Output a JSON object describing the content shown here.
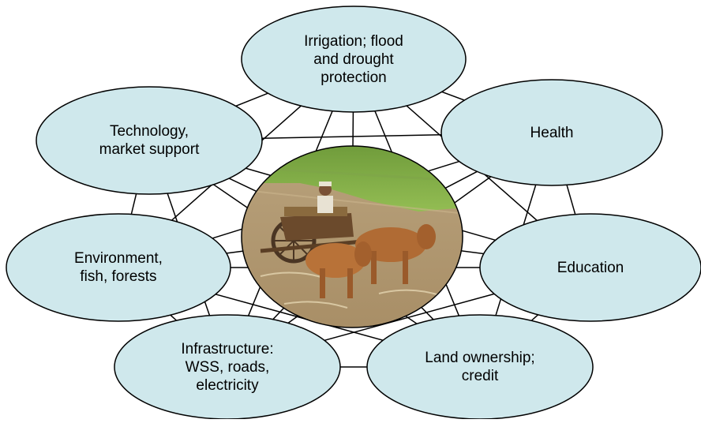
{
  "colors": {
    "node_fill": "#cfe8ec",
    "node_stroke": "#000000",
    "line": "#000000"
  },
  "center_image": "farmer-with-oxcart-in-rice-field",
  "nodes": {
    "irrigation": {
      "label": "Irrigation; flood\nand drought\nprotection"
    },
    "health": {
      "label": "Health"
    },
    "technology": {
      "label": "Technology,\nmarket support"
    },
    "environment": {
      "label": "Environment,\nfish, forests"
    },
    "education": {
      "label": "Education"
    },
    "infrastructure": {
      "label": "Infrastructure:\nWSS, roads,\nelectricity"
    },
    "land": {
      "label": "Land ownership;\ncredit"
    }
  }
}
